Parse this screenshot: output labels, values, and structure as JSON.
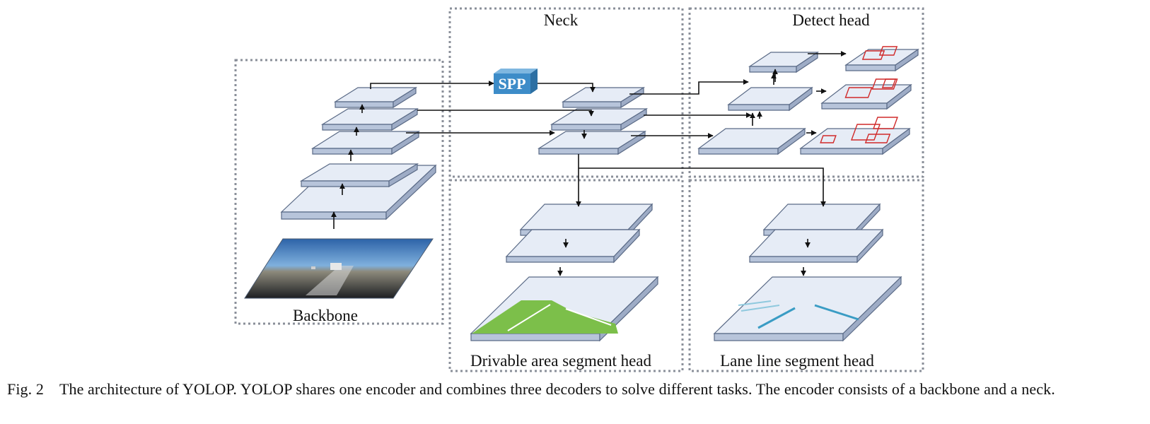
{
  "sections": {
    "backbone": "Backbone",
    "neck": "Neck",
    "detect_head": "Detect head",
    "drivable_head": "Drivable area segment head",
    "lane_head": "Lane line segment head"
  },
  "modules": {
    "spp": "SPP"
  },
  "caption": {
    "figure_number": "Fig. 2",
    "text": "The architecture of YOLOP. YOLOP shares one encoder and combines three decoders to solve different tasks. The encoder consists of a backbone and a neck."
  },
  "colors": {
    "layer_top": "#e6ecf6",
    "layer_edge": "#5a6a86",
    "layer_side": "#b7c4da",
    "spp": "#3d8cc8",
    "box_border": "#8a8f99",
    "drivable_area": "#7cbf4a",
    "lane_line": "#3a9cc4",
    "bbox": "#d02a2a"
  }
}
